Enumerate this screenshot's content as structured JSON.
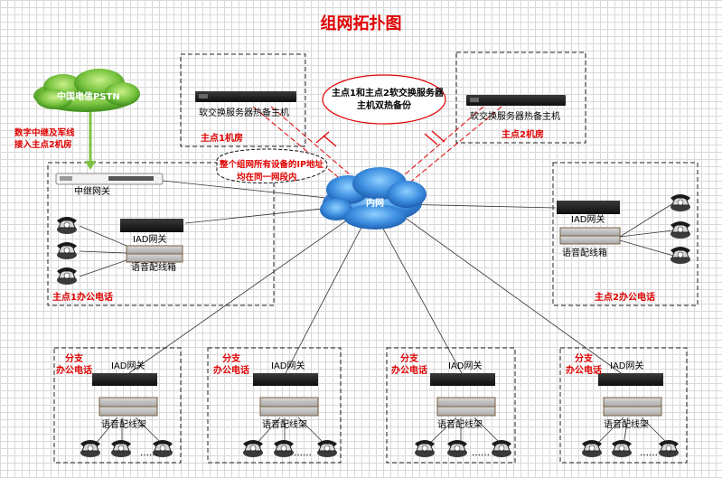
{
  "title": "组网拓扑图",
  "cloud_psth": "中国电信PSTN",
  "pstn_note": [
    "数字中继及军线",
    "接入主点2机房"
  ],
  "core_cloud": "内网",
  "server1_label": "软交换服务器热备主机",
  "server2_label": "软交换服务器热备主机",
  "room1": "主点1机房",
  "room2": "主点2机房",
  "backup_note": [
    "主点1和主点2软交换服务器",
    "主机双热备份"
  ],
  "ip_note": [
    "整个组网所有设备的IP地址",
    "均在同一网段内"
  ],
  "trunk_gateway": "中继网关",
  "iad": "IAD网关",
  "dist_box": "语音配线箱",
  "dist_rack": "语音配线架",
  "office1": "主点1办公电话",
  "office2": "主点2办公电话",
  "branch_label": [
    "分支",
    "办公电话"
  ],
  "dots": "……",
  "colors": {
    "title": "#e00000",
    "cloud_blue": "#3d8ee0",
    "cloud_green": "#6fbf3a",
    "link": "#333333"
  }
}
